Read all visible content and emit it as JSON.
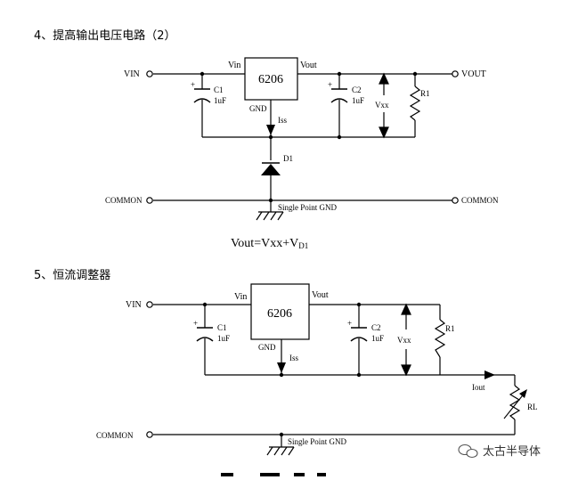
{
  "section4": {
    "title": "4、提高输出电压电路（2）",
    "vin": "VIN",
    "vout_terminal": "VOUT",
    "pin_vin": "Vin",
    "pin_vout": "Vout",
    "pin_gnd": "GND",
    "chip": "6206",
    "c1_name": "C1",
    "c1_value": "1uF",
    "c2_name": "C2",
    "c2_value": "1uF",
    "vxx": "Vxx",
    "r1": "R1",
    "iss": "Iss",
    "d1": "D1",
    "common_left": "COMMON",
    "common_right": "COMMON",
    "gnd_label": "Single Point GND",
    "formula_main": "Vout=Vxx+V",
    "formula_sub": "D1"
  },
  "section5": {
    "title": "5、恒流调整器",
    "vin": "VIN",
    "pin_vin": "Vin",
    "pin_vout": "Vout",
    "pin_gnd": "GND",
    "chip": "6206",
    "c1_name": "C1",
    "c1_value": "1uF",
    "c2_name": "C2",
    "c2_value": "1uF",
    "vxx": "Vxx",
    "r1": "R1",
    "iss": "Iss",
    "iout": "Iout",
    "rl": "RL",
    "common": "COMMON",
    "gnd_label": "Single Point GND"
  },
  "watermark": {
    "text": "太古半导体",
    "icon": "wechat-icon"
  }
}
